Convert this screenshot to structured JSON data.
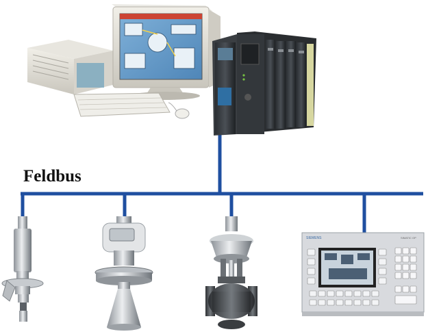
{
  "bus": {
    "label": "Feldbus",
    "color": "#1f4fa0"
  },
  "devices": {
    "pc_workstation": {
      "icon": "pc-workstation-icon"
    },
    "plc_controller": {
      "icon": "plc-rack-icon"
    },
    "temperature_sensor": {
      "icon": "temperature-sensor-icon"
    },
    "radar_level_sensor": {
      "icon": "radar-level-sensor-icon"
    },
    "control_valve": {
      "icon": "control-valve-icon"
    },
    "operator_panel": {
      "icon": "operator-panel-icon",
      "brand": "SIEMENS",
      "model": "SIMATIC OP"
    }
  }
}
